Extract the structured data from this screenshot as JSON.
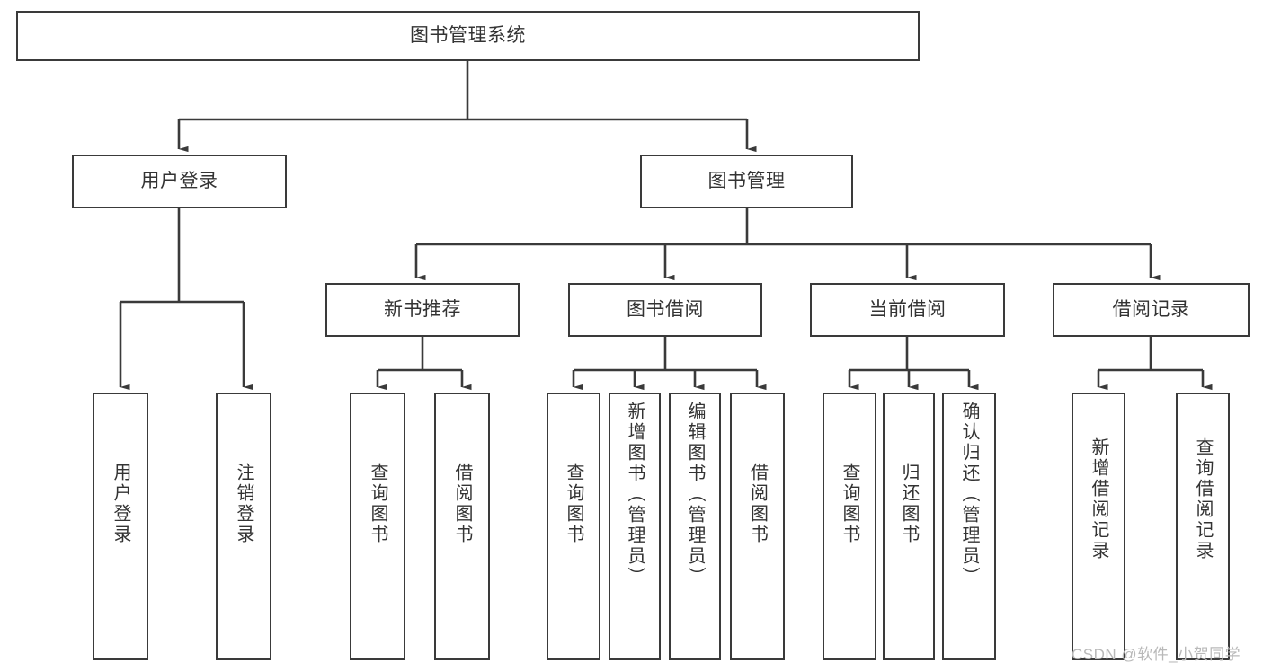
{
  "diagram": {
    "title_node": {
      "label": "图书管理系统"
    },
    "level2": [
      {
        "label": "用户登录"
      },
      {
        "label": "图书管理"
      }
    ],
    "level3": [
      {
        "label": "新书推荐"
      },
      {
        "label": "图书借阅"
      },
      {
        "label": "当前借阅"
      },
      {
        "label": "借阅记录"
      }
    ],
    "leaves": {
      "user_login": [
        {
          "label": "用户登录"
        },
        {
          "label": "注销登录"
        }
      ],
      "new_book_recommend": [
        {
          "label": "查询图书"
        },
        {
          "label": "借阅图书"
        }
      ],
      "book_borrow": [
        {
          "label": "查询图书"
        },
        {
          "label": "新增图书（管理员）"
        },
        {
          "label": "编辑图书（管理员）"
        },
        {
          "label": "借阅图书"
        }
      ],
      "current_borrow": [
        {
          "label": "查询图书"
        },
        {
          "label": "归还图书"
        },
        {
          "label": "确认归还（管理员）"
        }
      ],
      "borrow_record": [
        {
          "label": "新增借阅记录"
        },
        {
          "label": "查询借阅记录"
        }
      ]
    },
    "watermark": "CSDN @软件_小贺同学",
    "colors": {
      "line": "#3a3a3a",
      "text": "#333333",
      "background": "#ffffff",
      "watermark": "#b9b9b9"
    }
  }
}
